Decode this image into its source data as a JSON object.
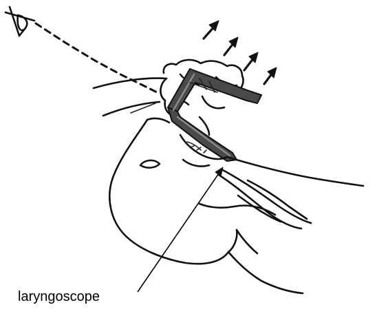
{
  "diagram": {
    "callout_label": "laryngoscope",
    "parts": [
      "eye-icon",
      "line-of-sight",
      "head-outline",
      "hand",
      "laryngoscope-handle",
      "laryngoscope-blade",
      "lift-arrows",
      "airway",
      "pointer-line"
    ],
    "lift_arrow_count": 4,
    "colors": {
      "ink": "#111111",
      "blade": "#4a4a4a",
      "background": "#ffffff"
    }
  }
}
